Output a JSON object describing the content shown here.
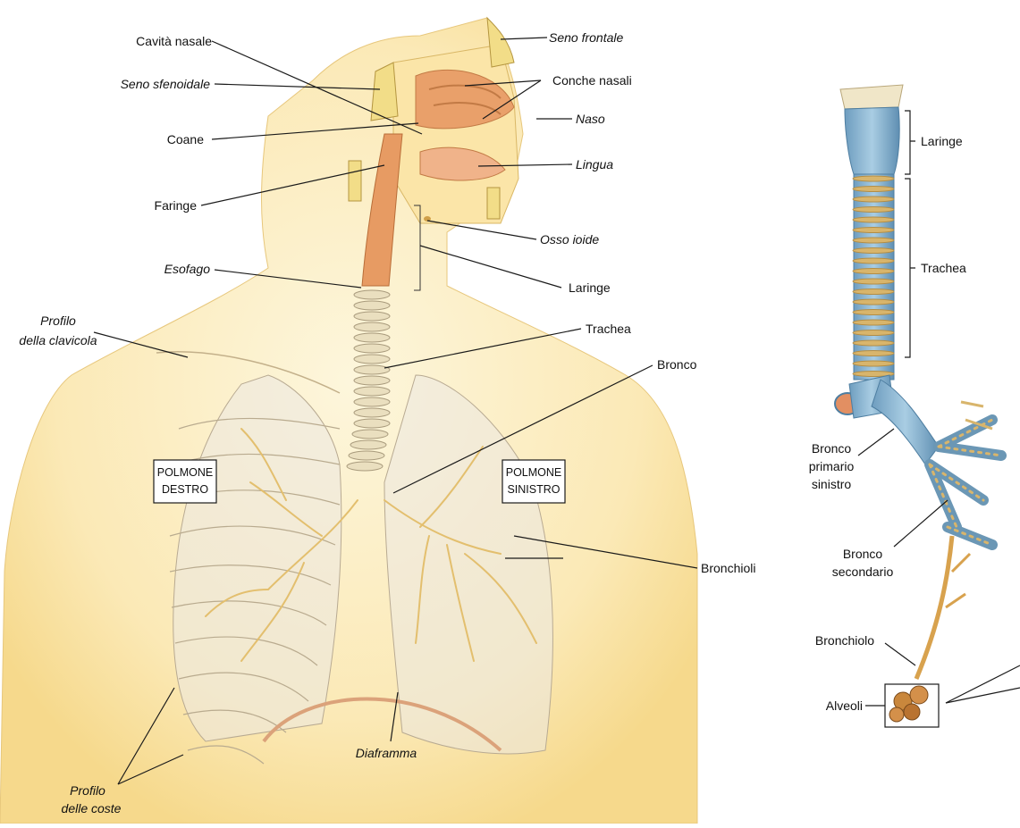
{
  "colors": {
    "skin": "#fbe7b3",
    "skin_light": "#fdf3d3",
    "airway": "#e79b63",
    "bone": "#f2dd88",
    "bronchus_blue": "#8fbbd6",
    "cartilage": "#d8b56c"
  },
  "labels": {
    "cavita_nasale": "Cavità nasale",
    "seno_frontale": "Seno frontale",
    "seno_sfenoidale": "Seno sfenoidale",
    "conche_nasali": "Conche nasali",
    "naso": "Naso",
    "coane": "Coane",
    "lingua": "Lingua",
    "faringe": "Faringe",
    "osso_ioide": "Osso ioide",
    "esofago": "Esofago",
    "laringe": "Laringe",
    "profilo_clavicola_1": "Profilo",
    "profilo_clavicola_2": "della clavicola",
    "trachea": "Trachea",
    "bronco": "Bronco",
    "polmone_destro_1": "POLMONE",
    "polmone_destro_2": "DESTRO",
    "polmone_sinistro_1": "POLMONE",
    "polmone_sinistro_2": "SINISTRO",
    "bronchioli": "Bronchioli",
    "diaframma": "Diaframma",
    "profilo_coste_1": "Profilo",
    "profilo_coste_2": "delle coste"
  },
  "detail_labels": {
    "laringe": "Laringe",
    "trachea": "Trachea",
    "bronco_primario_1": "Bronco",
    "bronco_primario_2": "primario",
    "bronco_primario_3": "sinistro",
    "bronco_secondario_1": "Bronco",
    "bronco_secondario_2": "secondario",
    "bronchiolo": "Bronchiolo",
    "alveoli": "Alveoli"
  }
}
